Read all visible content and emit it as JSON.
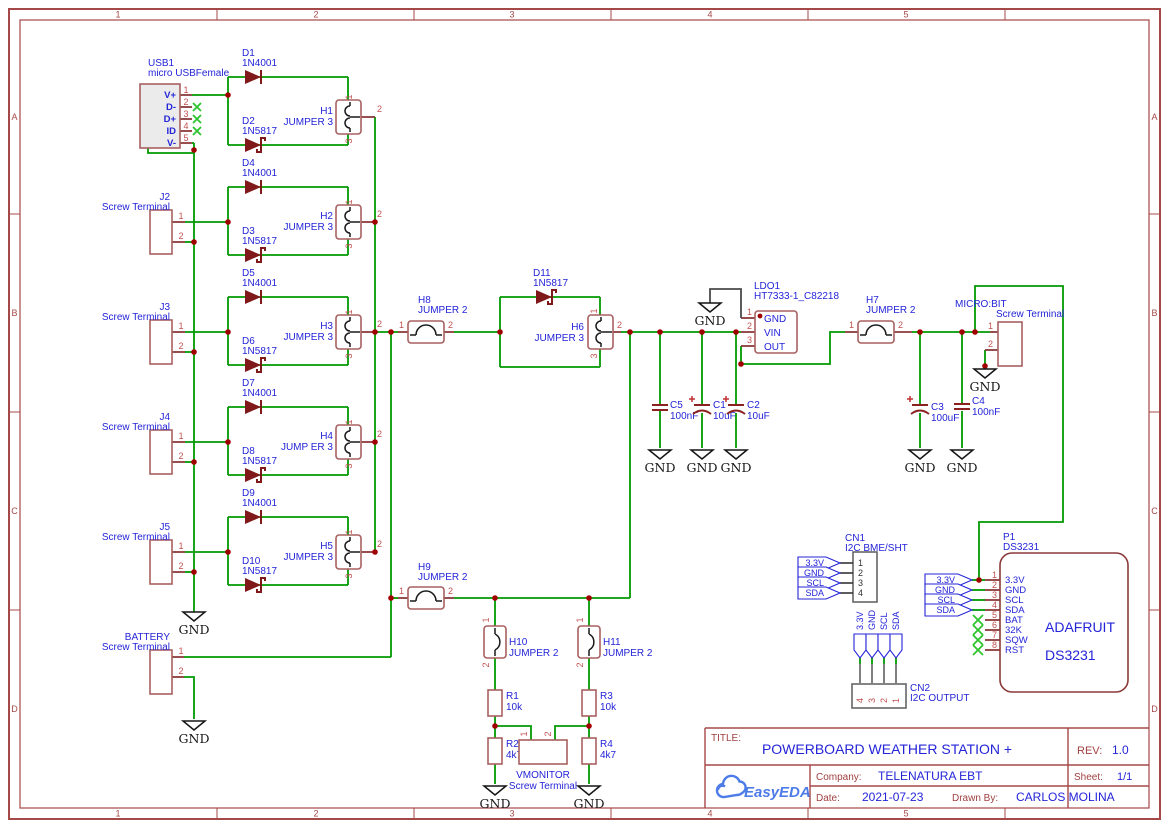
{
  "pn": {
    "n1": "1",
    "n2": "2",
    "n3": "3",
    "n4": "4",
    "n5": "5",
    "n6": "6",
    "n7": "7",
    "n8": "8"
  },
  "labels": {
    "gnd": "GND"
  },
  "frame": {
    "columns": [
      "1",
      "2",
      "3",
      "4",
      "5"
    ],
    "rows": [
      "A",
      "B",
      "C",
      "D"
    ]
  },
  "usb1": {
    "ref": "USB1",
    "value": "micro USBFemale",
    "pins": [
      "V+",
      "D-",
      "D+",
      "ID",
      "V-"
    ]
  },
  "rectifiers": [
    {
      "dt_ref": "D1",
      "dt_val": "1N4001",
      "db_ref": "D2",
      "db_val": "1N5817",
      "h_ref": "H1",
      "h_val": "JUMPER 3"
    },
    {
      "dt_ref": "D4",
      "dt_val": "1N4001",
      "db_ref": "D3",
      "db_val": "1N5817",
      "h_ref": "H2",
      "h_val": "JUMPER 3"
    },
    {
      "dt_ref": "D5",
      "dt_val": "1N4001",
      "db_ref": "D6",
      "db_val": "1N5817",
      "h_ref": "H3",
      "h_val": "JUMPER 3"
    },
    {
      "dt_ref": "D7",
      "dt_val": "1N4001",
      "db_ref": "D8",
      "db_val": "1N5817",
      "h_ref": "H4",
      "h_val": "JUMP ER 3"
    },
    {
      "dt_ref": "D9",
      "dt_val": "1N4001",
      "db_ref": "D10",
      "db_val": "1N5817",
      "h_ref": "H5",
      "h_val": "JUMPER 3"
    }
  ],
  "terminals": [
    {
      "ref": "J2",
      "value": "Screw Terminal"
    },
    {
      "ref": "J3",
      "value": "Screw Terminal"
    },
    {
      "ref": "J4",
      "value": "Screw Terminal"
    },
    {
      "ref": "J5",
      "value": "Screw Terminal"
    }
  ],
  "battery": {
    "ref": "BATTERY",
    "value": "Screw Terminal"
  },
  "jumpers": {
    "h6": {
      "ref": "H6",
      "value": "JUMPER 3"
    },
    "h7": {
      "ref": "H7",
      "value": "JUMPER 2"
    },
    "h8": {
      "ref": "H8",
      "value": "JUMPER 2"
    },
    "h9": {
      "ref": "H9",
      "value": "JUMPER 2"
    },
    "h10": {
      "ref": "H10",
      "value": "JUMPER 2"
    },
    "h11": {
      "ref": "H11",
      "value": "JUMPER 2"
    }
  },
  "d11": {
    "ref": "D11",
    "value": "1N5817"
  },
  "caps": {
    "c1": {
      "ref": "C1",
      "value": "10uF"
    },
    "c2": {
      "ref": "C2",
      "value": "10uF"
    },
    "c3": {
      "ref": "C3",
      "value": "100uF"
    },
    "c4": {
      "ref": "C4",
      "value": "100nF"
    },
    "c5": {
      "ref": "C5",
      "value": "100nF"
    }
  },
  "ldo": {
    "ref": "LDO1",
    "value": "HT7333-1_C82218",
    "pins": [
      "GND",
      "VIN",
      "OUT"
    ]
  },
  "microbit": {
    "ref": "MICRO:BIT",
    "value": "Screw Terminal"
  },
  "cn1": {
    "ref": "CN1",
    "value": "I2C BME/SHT",
    "flags": [
      "3.3V",
      "GND",
      "SCL",
      "SDA"
    ]
  },
  "cn2": {
    "ref": "CN2",
    "value": "I2C OUTPUT",
    "flags": [
      "3.3V",
      "GND",
      "SCL",
      "SDA"
    ]
  },
  "p1": {
    "ref": "P1",
    "value": "DS3231",
    "brand": "ADAFRUIT",
    "chip": "DS3231",
    "pins": [
      "3.3V",
      "GND",
      "SCL",
      "SDA",
      "BAT",
      "32K",
      "SQW",
      "RST"
    ],
    "flags": [
      "3.3V",
      "GND",
      "SCL",
      "SDA"
    ]
  },
  "resistors": {
    "r1": {
      "ref": "R1",
      "value": "10k"
    },
    "r2": {
      "ref": "R2",
      "value": "4k7"
    },
    "r3": {
      "ref": "R3",
      "value": "10k"
    },
    "r4": {
      "ref": "R4",
      "value": "4k7"
    }
  },
  "vmonitor": {
    "ref": "VMONITOR",
    "value": "Screw Terminal"
  },
  "title_block": {
    "title_label": "TITLE:",
    "title": "POWERBOARD WEATHER STATION +",
    "rev_label": "REV:",
    "rev": "1.0",
    "company_label": "Company:",
    "company": "TELENATURA EBT",
    "sheet_label": "Sheet:",
    "sheet": "1/1",
    "date_label": "Date:",
    "date": "2021-07-23",
    "drawn_label": "Drawn By:",
    "drawn": "CARLOS MOLINA",
    "logo": "EasyEDA"
  }
}
